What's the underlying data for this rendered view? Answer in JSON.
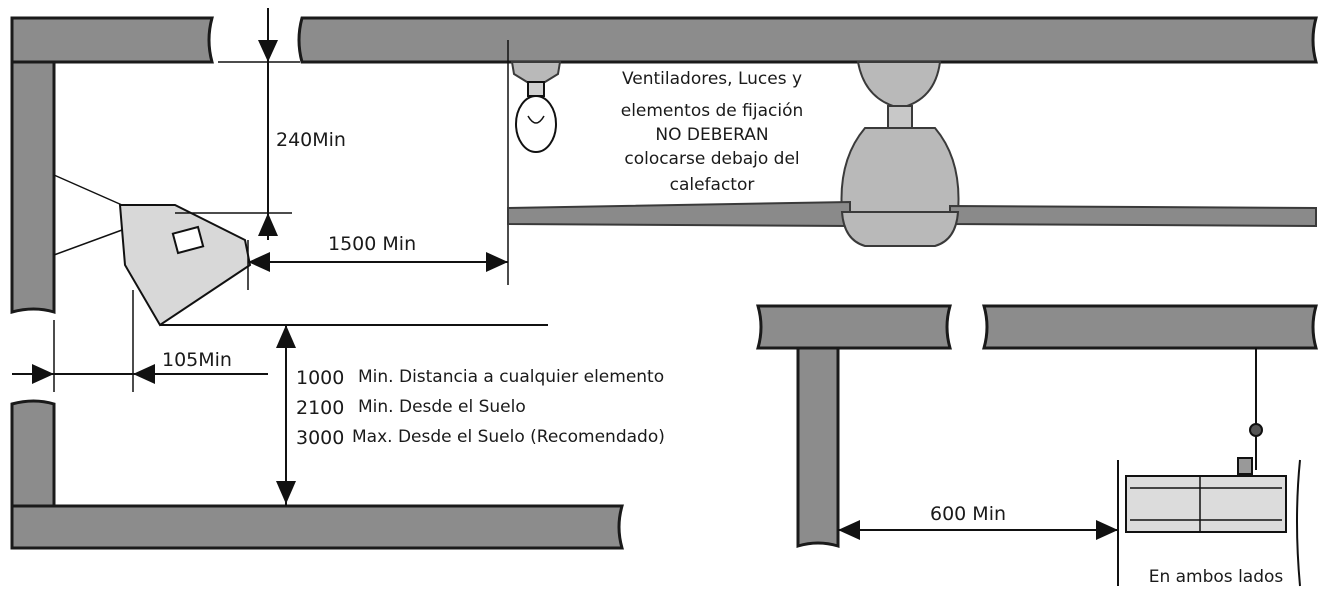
{
  "dimensions": {
    "ceiling_gap": "240Min",
    "horizontal_clearance": "1500 Min",
    "side_wall_clearance": "105Min",
    "side_clearance_right": "600 Min"
  },
  "notes": {
    "fan_warning": [
      "Ventiladores, Luces y",
      "elementos de fijación",
      "NO DEBERAN",
      "colocarse debajo del",
      "calefactor"
    ],
    "both_sides": "En ambos lados"
  },
  "vertical_requirements": [
    {
      "value": "1000",
      "text": "Min. Distancia  a cualquier elemento"
    },
    {
      "value": "2100",
      "text": "Min. Desde el Suelo"
    },
    {
      "value": "3000",
      "text": "Max. Desde el Suelo (Recomendado)"
    }
  ]
}
